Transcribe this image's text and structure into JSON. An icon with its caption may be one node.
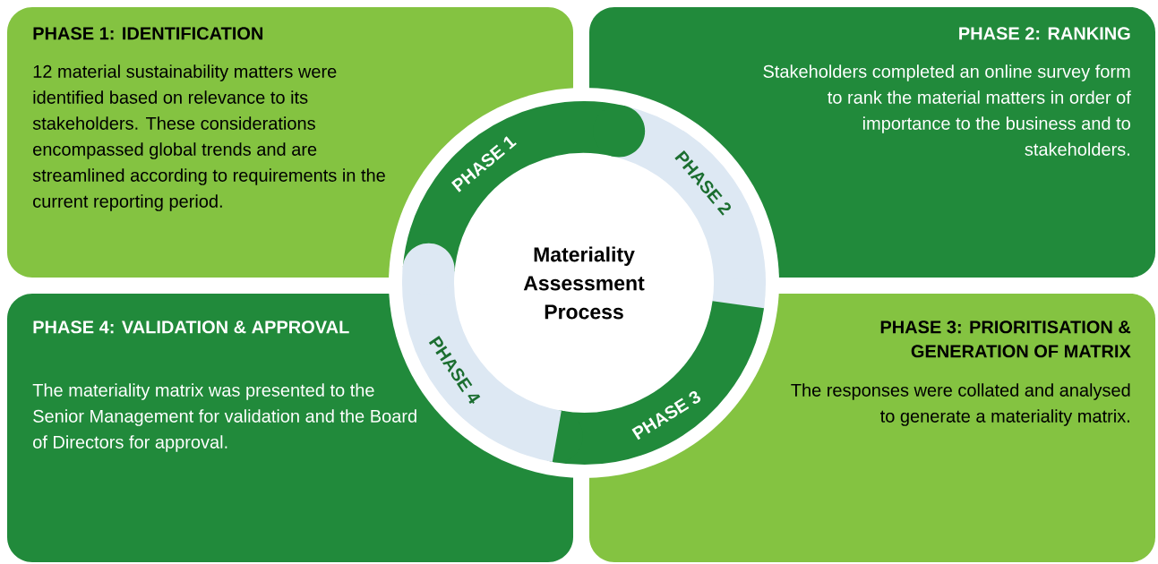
{
  "diagram": {
    "nodes": [
      {
        "text": [
          "PHASE 1: IDENTIFICATION",
          "12 material sustainability matters were identified based on relevance to its stakeholders. These considerations encompassed global trends and are streamlined according to requirements in the current reporting period."
        ]
      },
      {
        "text": [
          "PHASE 2: RANKING",
          "Stakeholders completed an online survey form to rank the material matters in order of importance to the business and to stakeholders."
        ]
      },
      {
        "text": [
          "PHASE 1"
        ]
      },
      {
        "text": [
          "PHASE 2"
        ]
      },
      {
        "text": [
          "Materiality Assessment Process"
        ]
      },
      {
        "text": [
          "PHASE 3"
        ]
      },
      {
        "text": [
          "PHASE 4"
        ]
      },
      {
        "text": [
          "PHASE 4: VALIDATION & APPROVAL",
          "The materiality matrix was presented to the Senior Management for validation and the Board of Directors for approval."
        ]
      },
      {
        "text": [
          "PHASE 3: PRIORITISATION & GENERATION OF MATRIX",
          "The responses were collated and analysed to generate a materiality matrix."
        ]
      }
    ]
  }
}
